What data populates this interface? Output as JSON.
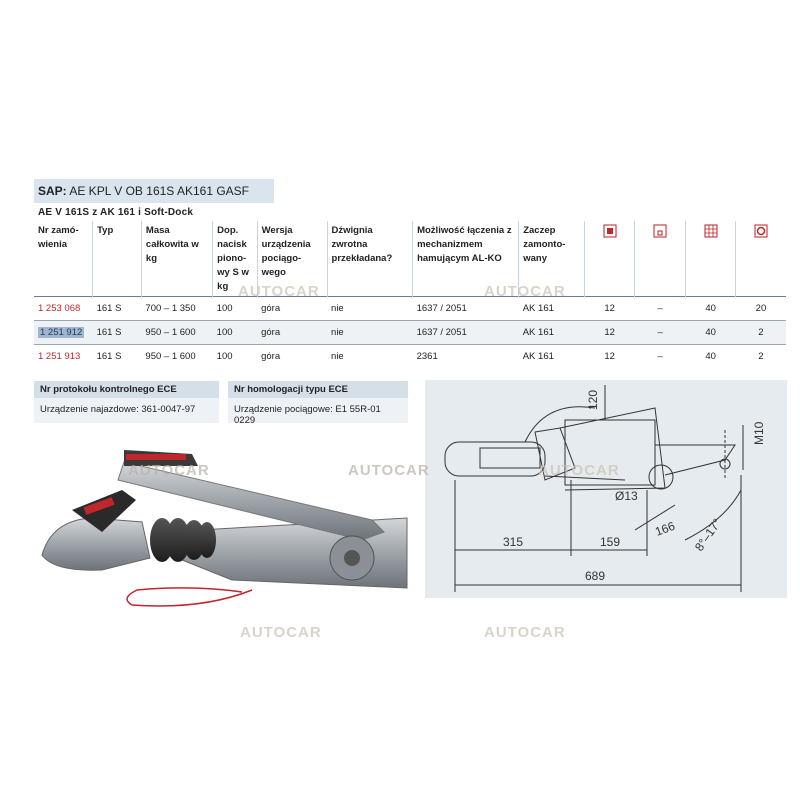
{
  "sap": {
    "label": "SAP:",
    "text": "AE KPL V OB 161S AK161 GASF"
  },
  "subtitle": "AE V 161S z AK 161 i Soft-Dock",
  "table": {
    "headers": [
      "Nr zamó-wienia",
      "Typ",
      "Masa całkowita w kg",
      "Dop. nacisk piono-wy S w kg",
      "Wersja urządzenia pociągo-wego",
      "Dźwignia zwrotna przekładana?",
      "Możliwość łączenia z mechanizmem hamującym AL-KO",
      "Zaczep zamonto-wany"
    ],
    "icons": [
      "pallet-icon",
      "box-icon",
      "grid-pallet-icon",
      "lifebuoy-icon"
    ],
    "rows": [
      {
        "nr": "1 253 068",
        "typ": "161 S",
        "masa": "700 – 1 350",
        "nacisk": "100",
        "wersja": "góra",
        "dzwignia": "nie",
        "mozliwosc": "1637 / 2051",
        "zaczep": "AK 161",
        "c1": "12",
        "c2": "–",
        "c3": "40",
        "c4": "20"
      },
      {
        "nr": "1 251 912",
        "typ": "161 S",
        "masa": "950 – 1 600",
        "nacisk": "100",
        "wersja": "góra",
        "dzwignia": "nie",
        "mozliwosc": "1637 / 2051",
        "zaczep": "AK 161",
        "c1": "12",
        "c2": "–",
        "c3": "40",
        "c4": "2"
      },
      {
        "nr": "1 251 913",
        "typ": "161 S",
        "masa": "950 – 1 600",
        "nacisk": "100",
        "wersja": "góra",
        "dzwignia": "nie",
        "mozliwosc": "2361",
        "zaczep": "AK 161",
        "c1": "12",
        "c2": "–",
        "c3": "40",
        "c4": "2"
      }
    ]
  },
  "ece": {
    "header": "Nr protokołu kontrolnego ECE",
    "value": "Urządzenie najazdowe: 361-0047-97"
  },
  "homologacja": {
    "header": "Nr homologacji typu ECE",
    "value": "Urządzenie pociągowe: E1 55R-01 0229"
  },
  "diagram": {
    "dims": {
      "d120": "120",
      "m10": "M10",
      "d13": "Ø13",
      "d166": "166",
      "d315": "315",
      "d159": "159",
      "angle": "8°–17°",
      "d689": "689"
    }
  },
  "watermark": "AUTOCAR",
  "colors": {
    "red": "#c0272d",
    "header_bg": "#d9e4ee",
    "highlight": "#9fb5d0"
  }
}
